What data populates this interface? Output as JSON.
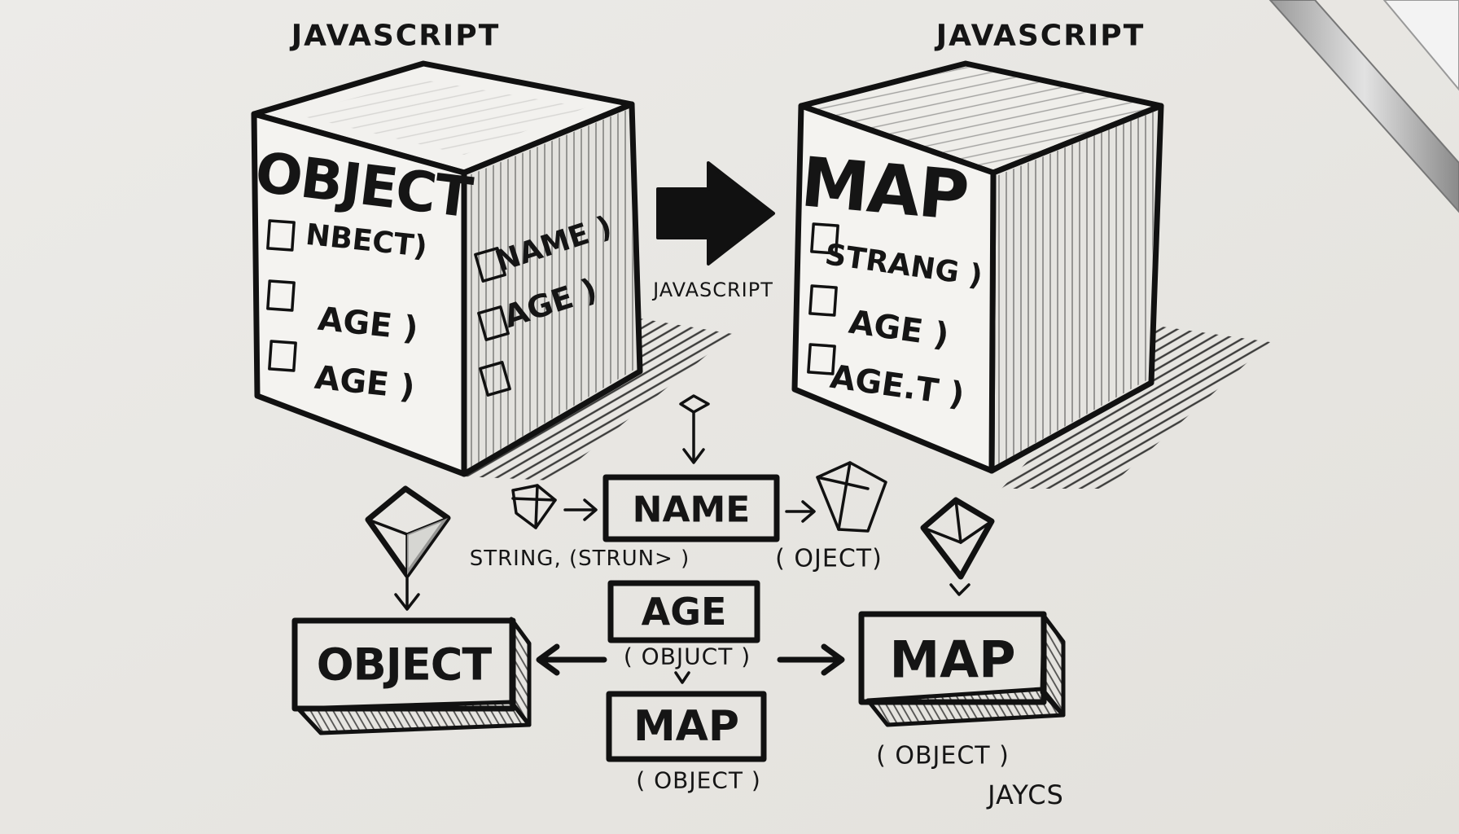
{
  "headers": {
    "left": "JAVASCRIPT",
    "right": "JAVASCRIPT",
    "arrow": "JAVASCRIPT"
  },
  "object_cube": {
    "title": "OBJECT",
    "front_items": [
      "NBECT)",
      "AGE )",
      "AGE )"
    ],
    "side_items": [
      "NAME )",
      "AGE )"
    ]
  },
  "map_cube": {
    "title": "MAP",
    "items": [
      "STRANG )",
      "AGE )",
      "AGE.T )"
    ]
  },
  "flow": {
    "name_box": "NAME",
    "name_left_caption": "STRING, (STRUN> )",
    "name_right_caption": "( OJECT)",
    "age_box": "AGE",
    "age_caption": "( OBJUCT )",
    "map_small_box": "MAP",
    "map_small_caption": "( OBJECT )",
    "object_box": "OBJECT",
    "map_box": "MAP",
    "map_caption": "( OBJECT )",
    "bottom_right_text": "JAYCS"
  }
}
